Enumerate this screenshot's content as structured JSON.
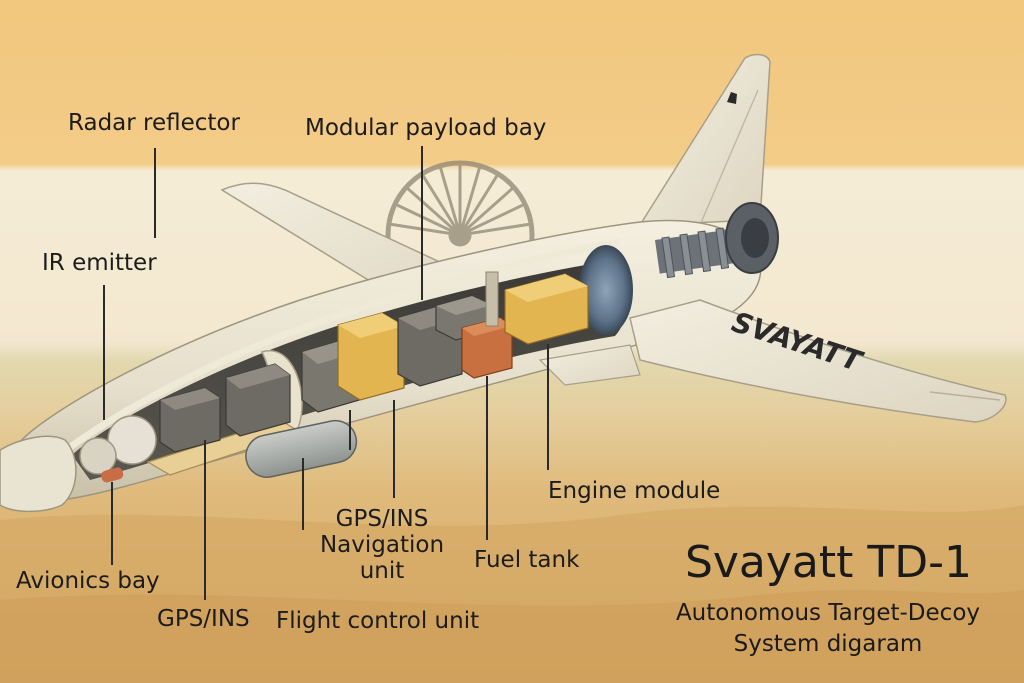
{
  "labels": {
    "radar_reflector": "Radar reflector",
    "modular_payload_bay": "Modular payload bay",
    "ir_emitter": "IR emitter",
    "engine_module": "Engine module",
    "gps_ins_nav_line1": "GPS/INS",
    "gps_ins_nav_line2": "Navigation",
    "gps_ins_nav_line3": "unit",
    "fuel_tank": "Fuel tank",
    "avionics_bay": "Avionics bay",
    "gps_ins": "GPS/INS",
    "flight_control_unit": "Flight control unit"
  },
  "wing_text": "SVAYATT",
  "title": {
    "main": "Svayatt TD-1",
    "sub_line1": "Autonomous Target-Decoy",
    "sub_line2": "System digaram"
  },
  "colors": {
    "saffron": "#f0c47a",
    "white_band": "#f4ead2",
    "green_band": "#d9cfa2",
    "desert": "#d7ac6a",
    "airframe": "#e9e3d1",
    "payload_yellow": "#e3b550",
    "fuel_orange": "#c8703f",
    "module_gray": "#77746c",
    "chakra": "#8f8672"
  }
}
